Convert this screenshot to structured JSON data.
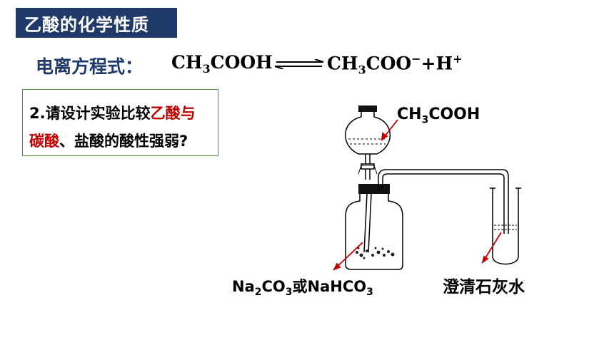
{
  "title": "乙酸的化学性质",
  "equation": {
    "label": "电离方程式：",
    "left": {
      "a": "CH",
      "sub": "3",
      "b": "COOH"
    },
    "right": {
      "a": "CH",
      "sub": "3",
      "b": "COO",
      "sup1": "−",
      "mid": "+H",
      "sup2": "+"
    }
  },
  "question": {
    "line1_black": "2.请设计实验比较",
    "line1_red": "乙酸与",
    "line2_red": "碳酸",
    "line2_black": "、盐酸的酸性强弱?"
  },
  "labels": {
    "reagent": {
      "a": "CH",
      "sub": "3",
      "b": "COOH"
    },
    "salt": {
      "a": "Na",
      "sub1": "2",
      "b": "CO",
      "sub2": "3",
      "c": "或NaHCO",
      "sub3": "3"
    },
    "limewater": "澄清石灰水"
  },
  "colors": {
    "title_bg": "#1f3a68",
    "accent_red": "#c00000",
    "box_border": "#5a8a4a"
  }
}
